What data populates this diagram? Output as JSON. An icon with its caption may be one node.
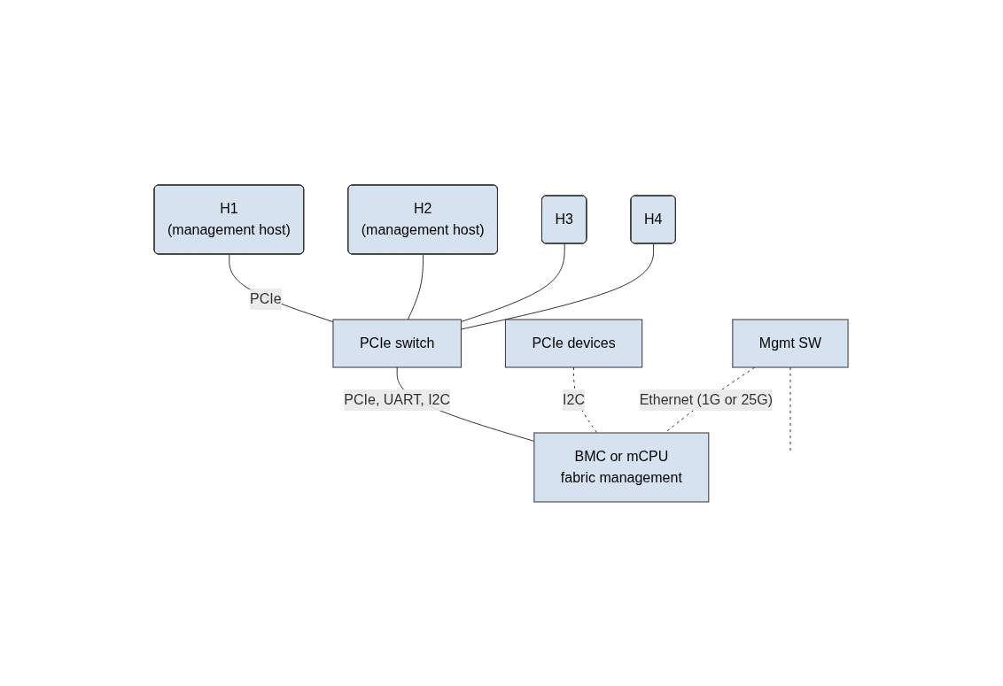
{
  "diagram": {
    "nodes": [
      {
        "text": [
          "H1",
          "(management host)"
        ]
      },
      {
        "text": [
          "H2",
          "(management host)"
        ]
      },
      {
        "text": [
          "H3"
        ]
      },
      {
        "text": [
          "H4"
        ]
      },
      {
        "text": [
          "Mgmt SW"
        ]
      },
      {
        "text": [
          "PCIe switch"
        ]
      },
      {
        "text": [
          "BMC or mCPU",
          "fabric management"
        ]
      },
      {
        "text": [
          "PCIe devices"
        ]
      }
    ],
    "edges": [
      {
        "from": 0,
        "to": 5,
        "arrow": "none",
        "label": "PCIe"
      },
      {
        "from": 1,
        "to": 5,
        "arrow": "none"
      },
      {
        "from": 2,
        "to": 5,
        "arrow": "none"
      },
      {
        "from": 3,
        "to": 5,
        "arrow": "none"
      },
      {
        "from": 4,
        "to": null,
        "arrow": "none",
        "style": "dashed"
      },
      {
        "from": 5,
        "to": 6,
        "arrow": "none",
        "label": "PCIe, UART, I2C"
      },
      {
        "from": 7,
        "to": 6,
        "arrow": "none",
        "style": "dashed",
        "label": "I2C"
      },
      {
        "from": 4,
        "to": 6,
        "arrow": "none",
        "style": "dashed",
        "label": "Ethernet (1G or 25G)"
      }
    ]
  }
}
